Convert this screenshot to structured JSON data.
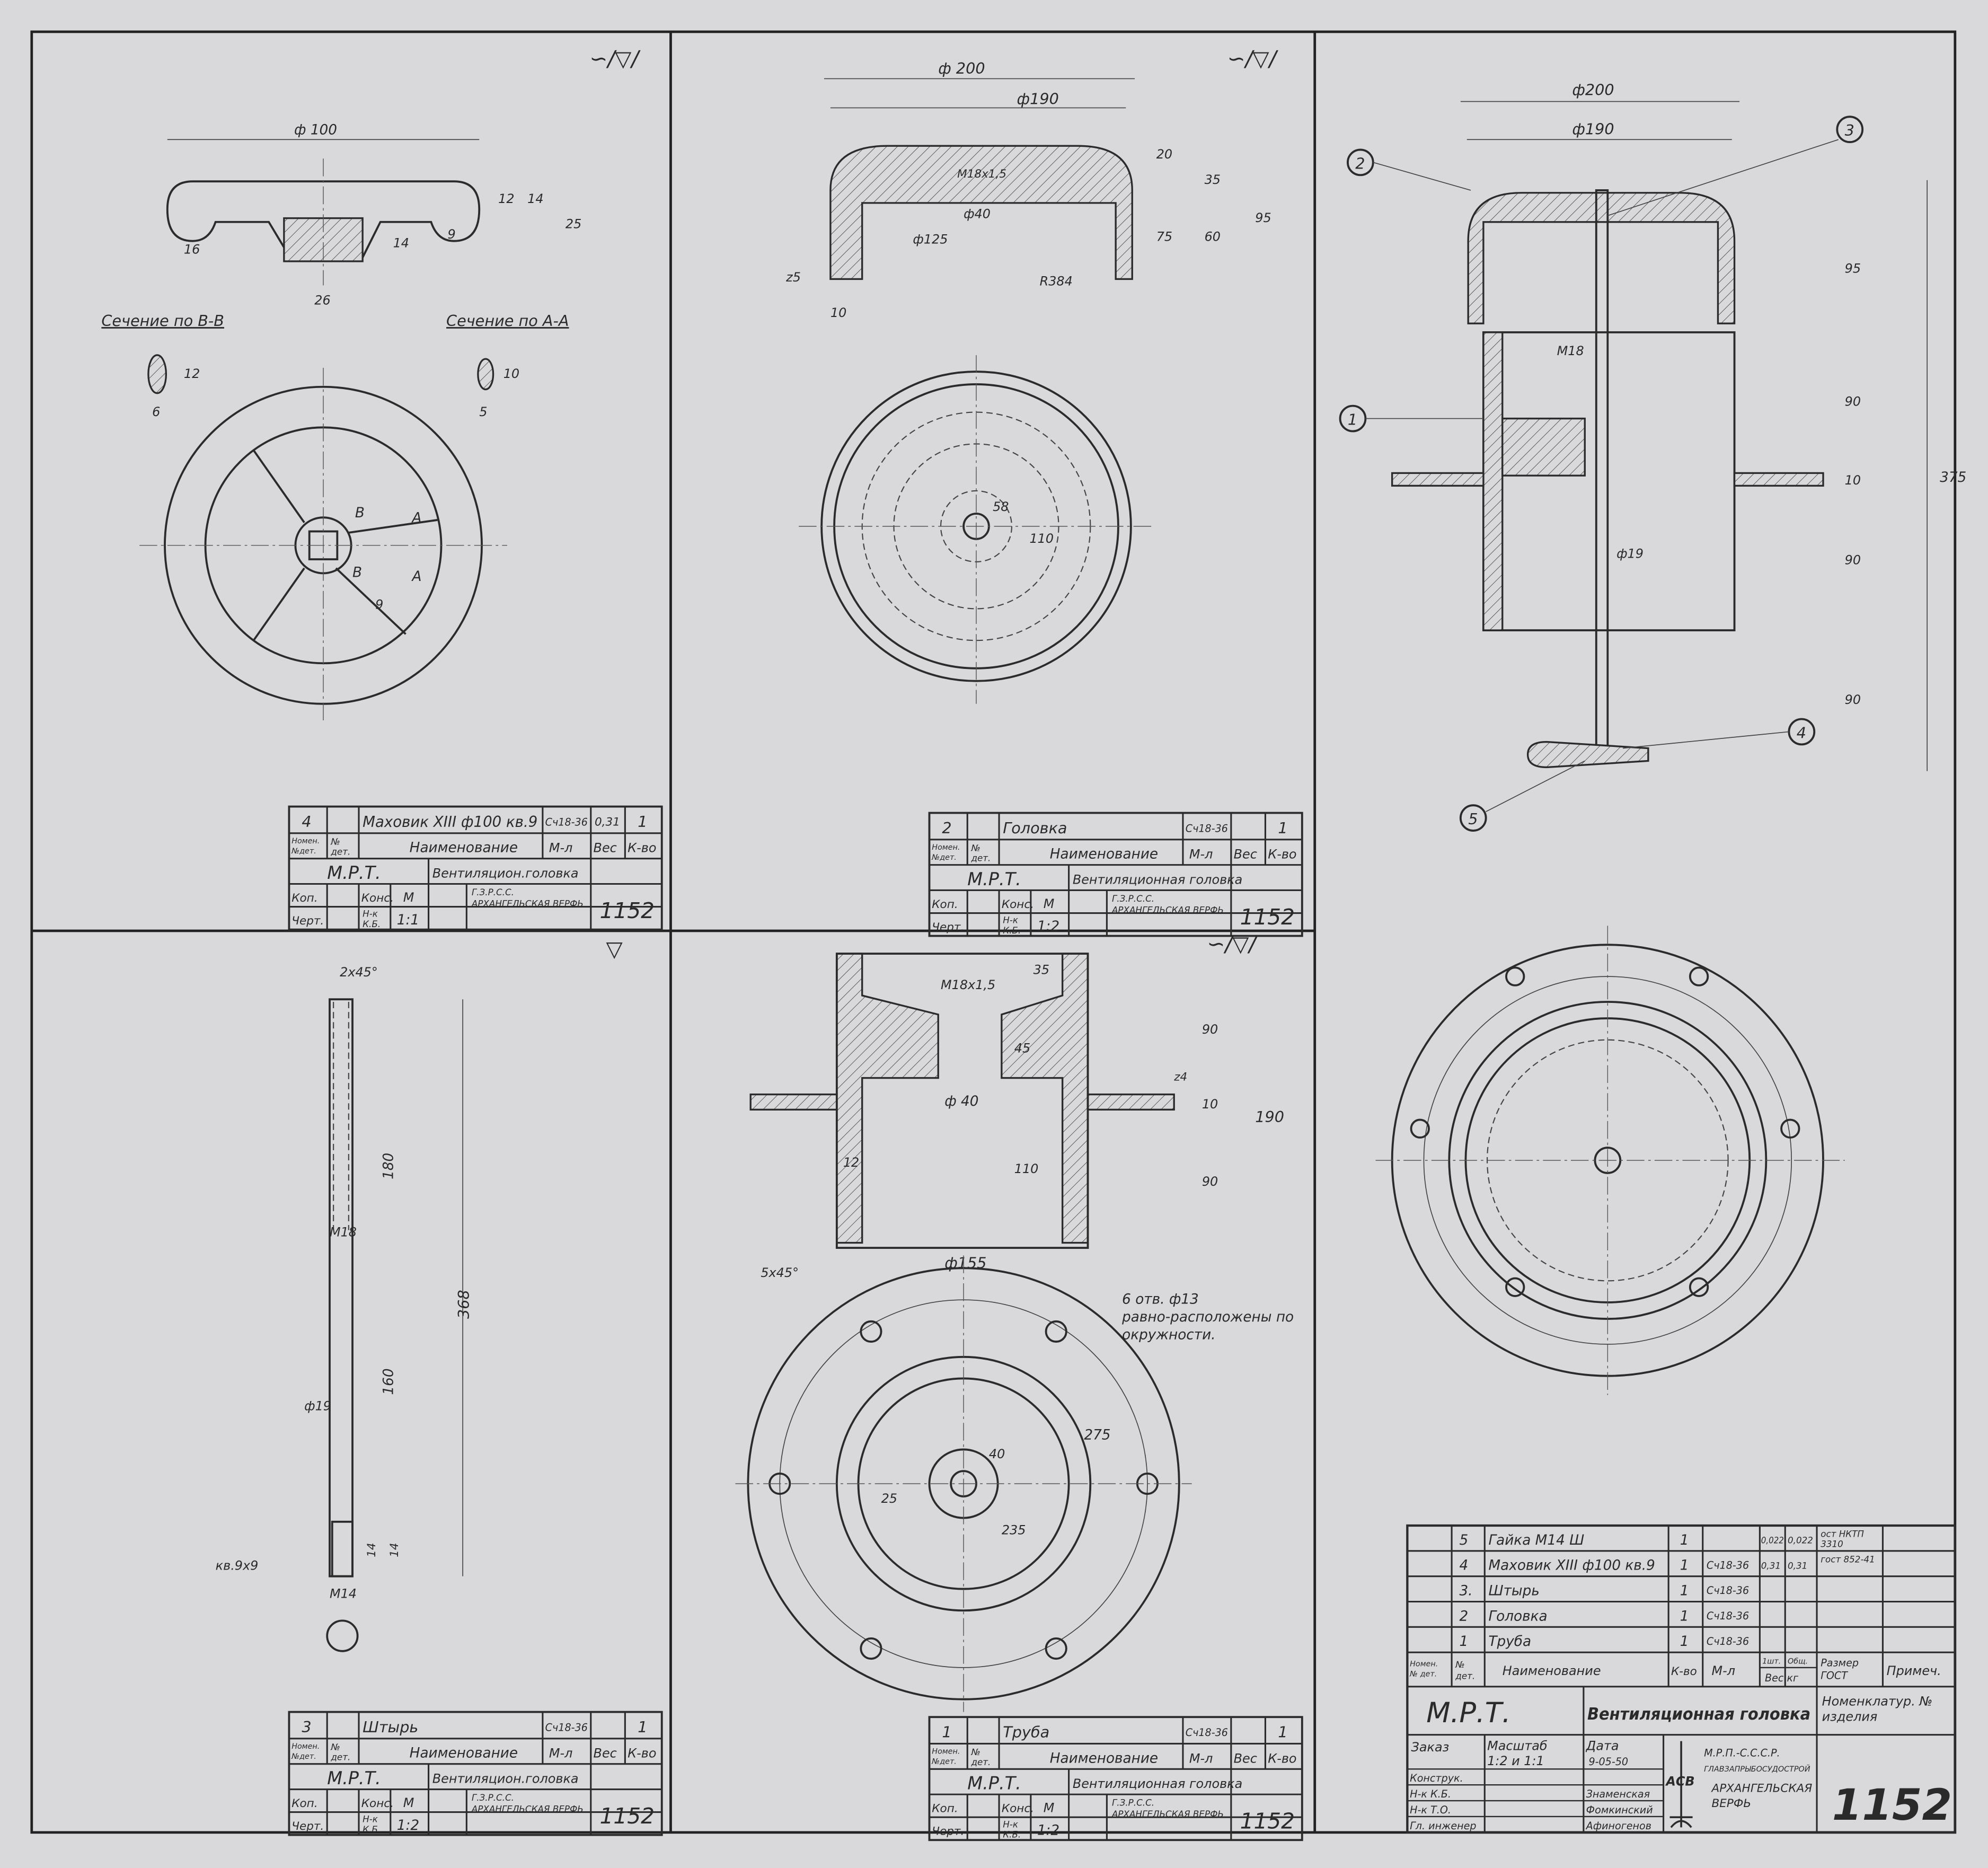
{
  "sheet": {
    "surface_marks": [
      "∽/▽/",
      "∽/▽/",
      "▽",
      "∽/▽/"
    ],
    "detail_blocks": [
      {
        "part_no": "4",
        "name": "Маховик XIII ф100 кв.9",
        "material": "Сч18-36",
        "weight": "0,31",
        "qty": "1",
        "h_nomen": "Номен. №дет.",
        "h_no": "№ дет.",
        "h_name": "Наименование",
        "h_mat": "М-л",
        "h_weight": "Вес",
        "h_qty": "К-во",
        "org": "М.Р.Т.",
        "title": "Вентиляцион.головка",
        "r_kop": "Коп.",
        "r_chert": "Черт.",
        "r_kons": "Конс.",
        "r_nk": "Н-к К.Б.",
        "scale_label": "М",
        "scale": "1:1",
        "plant": "Г.З.Р.С.С. АРХАНГЕЛЬСКАЯ ВЕРФЬ",
        "number": "1152"
      },
      {
        "part_no": "2",
        "name": "Головка",
        "material": "Сч18-36",
        "weight": "",
        "qty": "1",
        "h_nomen": "Номен. №дет.",
        "h_no": "№ дет.",
        "h_name": "Наименование",
        "h_mat": "М-л",
        "h_weight": "Вес",
        "h_qty": "К-во",
        "org": "М.Р.Т.",
        "title": "Вентиляционная головка",
        "r_kop": "Коп.",
        "r_chert": "Черт.",
        "r_kons": "Конс.",
        "r_nk": "Н-к К.Б.",
        "scale_label": "М",
        "scale": "1:2",
        "plant": "Г.З.Р.С.С. АРХАНГЕЛЬСКАЯ ВЕРФЬ",
        "number": "1152"
      },
      {
        "part_no": "3",
        "name": "Штырь",
        "material": "Сч18-36",
        "weight": "",
        "qty": "1",
        "h_nomen": "Номен. №дет.",
        "h_no": "№ дет.",
        "h_name": "Наименование",
        "h_mat": "М-л",
        "h_weight": "Вес",
        "h_qty": "К-во",
        "org": "М.Р.Т.",
        "title": "Вентиляцион.головка",
        "r_kop": "Коп.",
        "r_chert": "Черт.",
        "r_kons": "Конс.",
        "r_nk": "Н-к К.Б.",
        "scale_label": "М",
        "scale": "1:2",
        "plant": "Г.З.Р.С.С. АРХАНГЕЛЬСКАЯ ВЕРФЬ",
        "number": "1152"
      },
      {
        "part_no": "1",
        "name": "Труба",
        "material": "Сч18-36",
        "weight": "",
        "qty": "1",
        "h_nomen": "Номен. №дет.",
        "h_no": "№ дет.",
        "h_name": "Наименование",
        "h_mat": "М-л",
        "h_weight": "Вес",
        "h_qty": "К-во",
        "org": "М.Р.Т.",
        "title": "Вентиляционная головка",
        "r_kop": "Коп.",
        "r_chert": "Черт.",
        "r_kons": "Конс.",
        "r_nk": "Н-к К.Б.",
        "scale_label": "М",
        "scale": "1:2",
        "plant": "Г.З.Р.С.С. АРХАНГЕЛЬСКАЯ ВЕРФЬ",
        "number": "1152"
      }
    ],
    "handwheel": {
      "dims": [
        "ф 100",
        "16",
        "26",
        "9",
        "12",
        "14",
        "25",
        "14"
      ],
      "section_bb": "Сечение по В-В",
      "section_aa": "Сечение по А-А",
      "section_bb_dims": [
        "12",
        "6"
      ],
      "section_aa_dims": [
        "10",
        "5"
      ],
      "markers": [
        "В",
        "В",
        "А",
        "А",
        "9"
      ]
    },
    "head": {
      "dims": [
        "ф 200",
        "ф190",
        "М18х1,5",
        "ф40",
        "ф125",
        "20",
        "35",
        "75",
        "60",
        "95",
        "R384",
        "z5",
        "10",
        "58",
        "110"
      ]
    },
    "pin": {
      "dims": [
        "2х45°",
        "180",
        "М18",
        "368",
        "ф19",
        "160",
        "кв.9х9",
        "14",
        "14",
        "М14"
      ]
    },
    "pipe": {
      "dims": [
        "М18х1,5",
        "35",
        "90",
        "45",
        "10",
        "ф 40",
        "110",
        "190",
        "90",
        "12",
        "ф155",
        "5х45°",
        "275",
        "40",
        "25",
        "235",
        "z4"
      ],
      "note": "6 отв. ф13 равно-расположены по окружности."
    },
    "assembly": {
      "dims": [
        "ф200",
        "ф190",
        "М18",
        "95",
        "90",
        "10",
        "375",
        "90",
        "ф19",
        "90"
      ],
      "balloons": [
        "1",
        "2",
        "3",
        "4",
        "5"
      ]
    },
    "bom": {
      "rows": [
        {
          "no": "5",
          "name": "Гайка М14 Ш",
          "qty": "1",
          "material": "",
          "w1": "0,022",
          "w2": "0,022",
          "std": "ост НКТП 3310"
        },
        {
          "no": "4",
          "name": "Маховик XIII ф100 кв.9",
          "qty": "1",
          "material": "Сч18-36",
          "w1": "0,31",
          "w2": "0,31",
          "std": "гост 852-41"
        },
        {
          "no": "3.",
          "name": "Штырь",
          "qty": "1",
          "material": "Сч18-36",
          "w1": "",
          "w2": "",
          "std": ""
        },
        {
          "no": "2",
          "name": "Головка",
          "qty": "1",
          "material": "Сч18-36",
          "w1": "",
          "w2": "",
          "std": ""
        },
        {
          "no": "1",
          "name": "Труба",
          "qty": "1",
          "material": "Сч18-36",
          "w1": "",
          "w2": "",
          "std": ""
        }
      ],
      "headers": {
        "nomen": "Номен. № дет.",
        "no": "№ дет.",
        "name": "Наименование",
        "qty": "К-во",
        "material": "М-л",
        "w1": "1шт.",
        "w2": "Общ.",
        "weight": "Вес кг",
        "std": "Размер ГОСТ",
        "note": "Примеч."
      }
    },
    "main_title": {
      "org": "М.Р.Т.",
      "title": "Вентиляционная головка",
      "nomen_label": "Номенклатур. № изделия",
      "order_label": "Заказ",
      "scale_label": "Масштаб",
      "scale": "1:2 и 1:1",
      "date_label": "Дата",
      "date": "9-05-50",
      "roles": [
        "Конструк.",
        "Н-к К.Б.",
        "Н-к Т.О.",
        "Гл. инженер"
      ],
      "names": [
        "",
        "Знаменская",
        "Фомкинский",
        "Афиногенов"
      ],
      "ministry": "М.Р.П.-С.С.С.Р.",
      "directorate": "ГЛАВЗАПРЫБОСУДОСТРОЙ",
      "plant": "АРХАНГЕЛЬСКАЯ ВЕРФЬ",
      "logo": "АСВ",
      "number": "1152"
    },
    "colors": {
      "paper": "#d9d9db",
      "ink": "#2a2a2a"
    }
  }
}
